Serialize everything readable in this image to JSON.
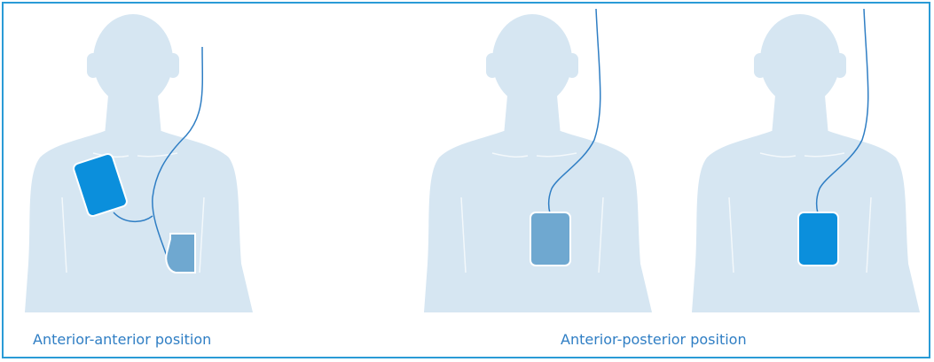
{
  "captions": {
    "anterior_anterior": "Anterior-anterior position",
    "anterior_posterior": "Anterior-posterior position"
  },
  "colors": {
    "frame": "#2a9bd6",
    "silhouette": "#d6e6f2",
    "silhouette_edge": "#ffffff",
    "pad_front": "#0b8fdc",
    "pad_back": "#6fa8d0",
    "cable": "#2f7ec4",
    "caption": "#2f7ec4"
  },
  "figures": [
    {
      "name": "figure-anterior-anterior",
      "pads": [
        "pad-front-right-chest",
        "pad-left-side"
      ]
    },
    {
      "name": "figure-anterior-posterior-back",
      "pads": [
        "pad-back"
      ]
    },
    {
      "name": "figure-anterior-posterior-front",
      "pads": [
        "pad-front-center"
      ]
    }
  ]
}
